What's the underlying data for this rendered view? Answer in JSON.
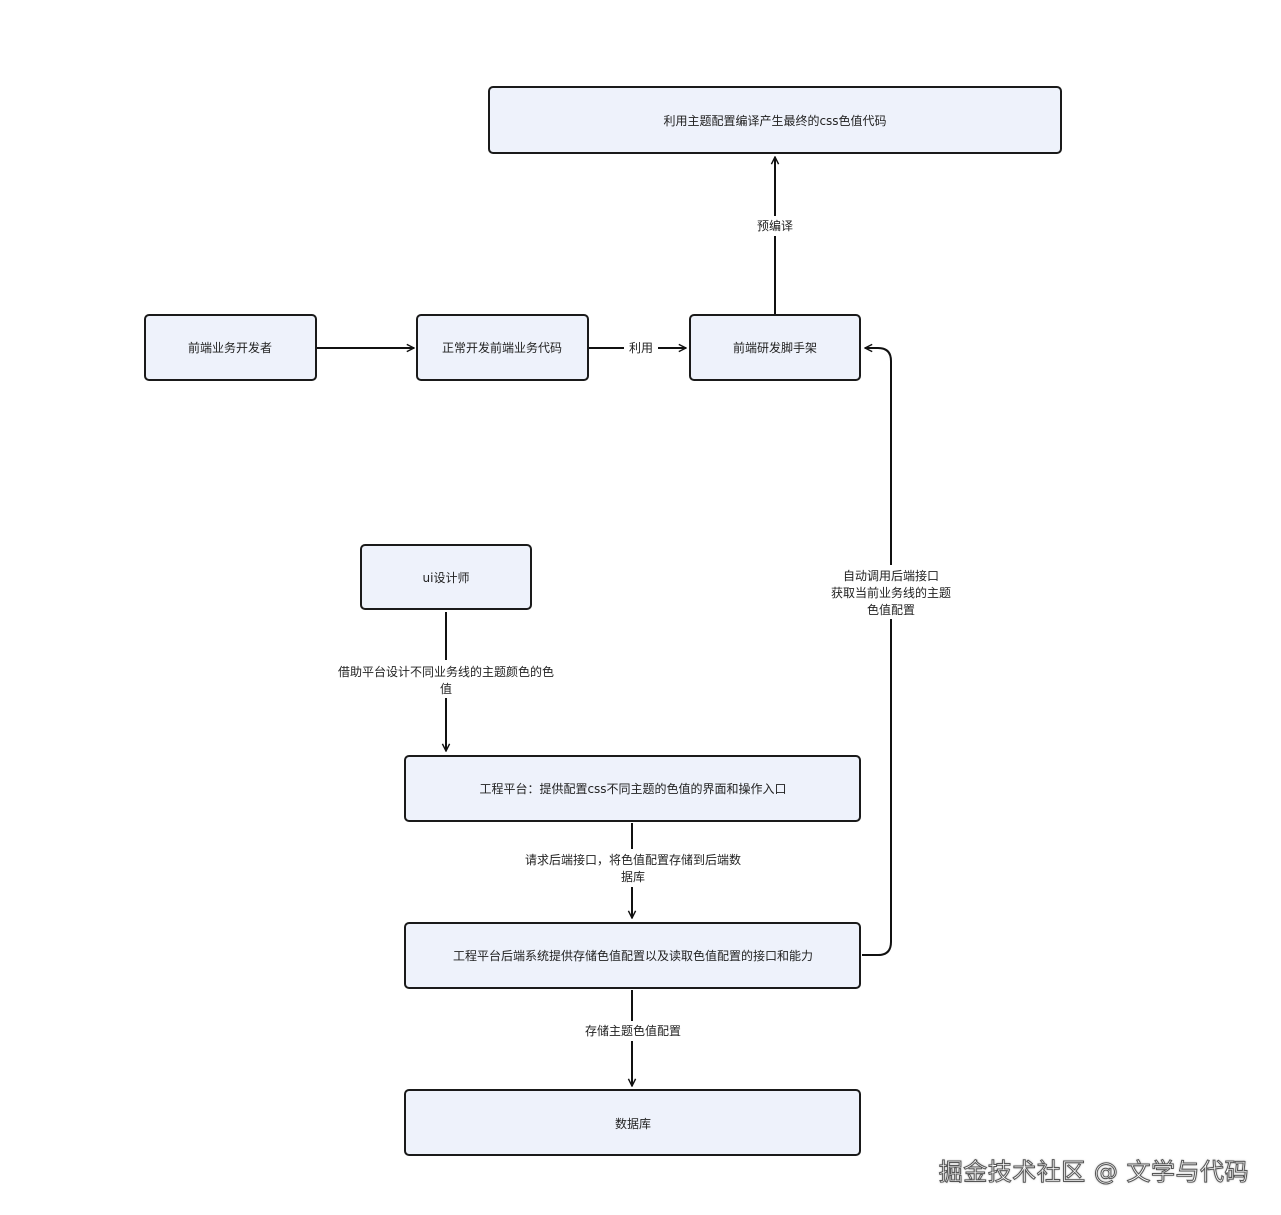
{
  "diagram": {
    "nodes": {
      "compile_result": "利用主题配置编译产生最终的css色值代码",
      "developer": "前端业务开发者",
      "dev_code": "正常开发前端业务代码",
      "scaffold": "前端研发脚手架",
      "designer": "ui设计师",
      "platform": "工程平台：提供配置css不同主题的色值的界面和操作入口",
      "backend": "工程平台后端系统提供存储色值配置以及读取色值配置的接口和能力",
      "database": "数据库"
    },
    "edges": {
      "precompile": "预编译",
      "use": "利用",
      "auto_call": [
        "自动调用后端接口",
        "获取当前业务线的主题",
        "色值配置"
      ],
      "design": [
        "借助平台设计不同业务线的主题颜色的色",
        "值"
      ],
      "request": [
        "请求后端接口，将色值配置存储到后端数",
        "据库"
      ],
      "store": "存储主题色值配置"
    }
  },
  "watermark": "掘金技术社区 @ 文学与代码"
}
